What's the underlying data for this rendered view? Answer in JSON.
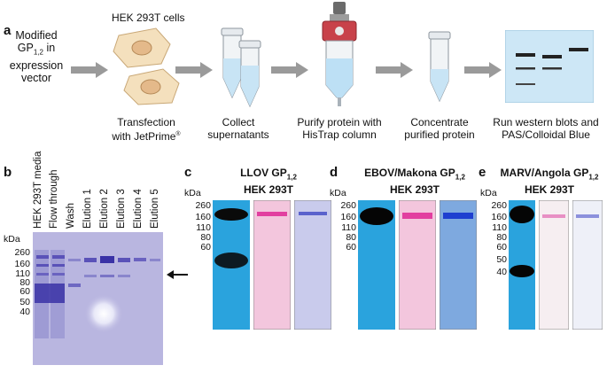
{
  "panel_a": {
    "letter": "a",
    "start_label": [
      "Modified",
      "GP",
      "in",
      "expression",
      "vector"
    ],
    "gp_sub": "1,2",
    "cells_label": "HEK 293T cells",
    "steps": [
      {
        "line1": "Transfection",
        "line2": "with JetPrime",
        "sup": "®"
      },
      {
        "line1": "Collect",
        "line2": "supernatants"
      },
      {
        "line1": "Purify protein with",
        "line2": "HisTrap column"
      },
      {
        "line1": "Concentrate",
        "line2": "purified protein"
      },
      {
        "line1": "Run western blots and",
        "line2": "PAS/Colloidal Blue"
      }
    ]
  },
  "panel_b": {
    "letter": "b",
    "lanes": [
      "HEK 293T media",
      "Flow through",
      "Wash",
      "Elution 1",
      "Elution 2",
      "Elution 3",
      "Elution 4",
      "Elution 5"
    ],
    "kda_title": "kDa",
    "markers": [
      "260",
      "160",
      "110",
      "80",
      "60",
      "50",
      "40"
    ]
  },
  "panel_c": {
    "letter": "c",
    "title_main": "LLOV GP",
    "title_sub": "1,2",
    "title_line2": "HEK 293T",
    "kda_title": "kDa",
    "markers": [
      "260",
      "160",
      "110",
      "80",
      "60"
    ]
  },
  "panel_d": {
    "letter": "d",
    "title_main": "EBOV/Makona GP",
    "title_sub": "1,2",
    "title_line2": "HEK 293T",
    "kda_title": "kDa",
    "markers": [
      "260",
      "160",
      "110",
      "80",
      "60"
    ]
  },
  "panel_e": {
    "letter": "e",
    "title_main": "MARV/Angola GP",
    "title_sub": "1,2",
    "title_line2": "HEK 293T",
    "kda_title": "kDa",
    "markers": [
      "260",
      "160",
      "110",
      "80",
      "60",
      "50",
      "40"
    ]
  },
  "colors": {
    "arrow_gray": "#9a9a9a",
    "western_blue": "#2aa3dd",
    "pas_pink": "#f3c6dd",
    "colloidal_blue": "#c9cbec",
    "gel_purple": "#b9b6e0"
  }
}
